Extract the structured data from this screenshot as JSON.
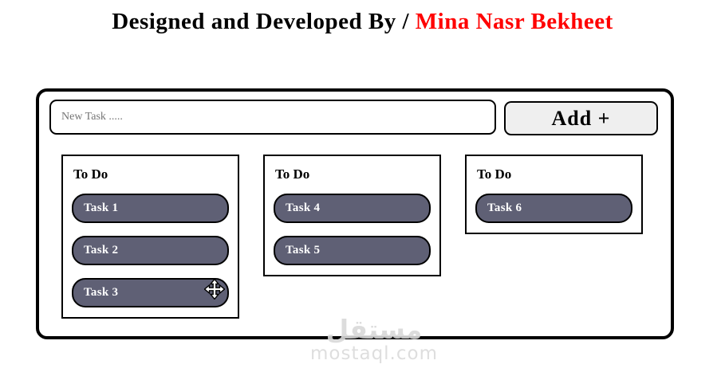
{
  "header": {
    "title_prefix": "Designed and Developed By / ",
    "title_name": "Mina Nasr Bekheet"
  },
  "toolbar": {
    "input_placeholder": "New Task .....",
    "input_value": "",
    "add_button_label": "Add +"
  },
  "board": {
    "columns": [
      {
        "header": "To Do",
        "tasks": [
          "Task 1",
          "Task 2",
          "Task 3"
        ]
      },
      {
        "header": "To Do",
        "tasks": [
          "Task 4",
          "Task 5"
        ]
      },
      {
        "header": "To Do",
        "tasks": [
          "Task 6"
        ]
      }
    ]
  },
  "cursor": {
    "icon": "move-cursor"
  },
  "watermark": {
    "logo_text": "مستقل",
    "site_text": "mostaql.com"
  },
  "colors": {
    "title_name_red": "#ff0000",
    "task_pill_bg": "#5f6075",
    "add_button_bg": "#efefef",
    "watermark_gray": "#d9d9d9"
  }
}
